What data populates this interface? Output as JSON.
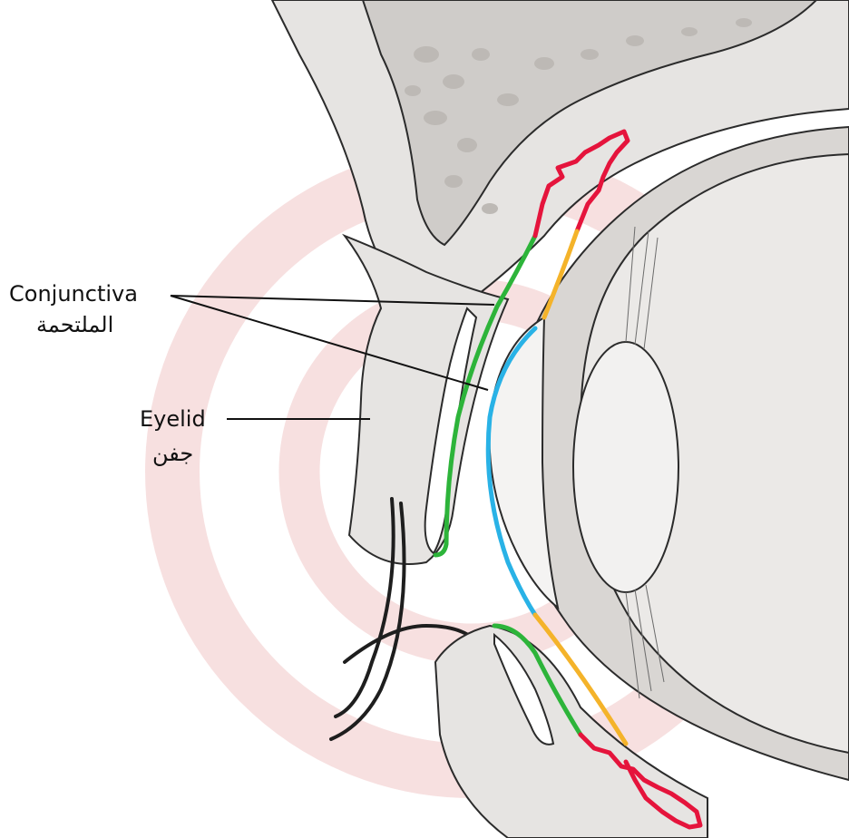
{
  "labels": {
    "conjunctiva_en": "Conjunctiva",
    "conjunctiva_ar": "الملتحمة",
    "eyelid_en": "Eyelid",
    "eyelid_ar": "جفن"
  },
  "colors": {
    "background": "#ffffff",
    "tissue": "#e6e4e2",
    "tissue_dark": "#cfccc9",
    "bone": "#bdb9b5",
    "outline": "#2b2b2b",
    "watermark": "#f3d6d6",
    "palpebral_green": "#2db43a",
    "forniceal_red": "#e5143c",
    "bulbar_orange": "#f4b32a",
    "corneal_blue": "#29b2e6"
  }
}
